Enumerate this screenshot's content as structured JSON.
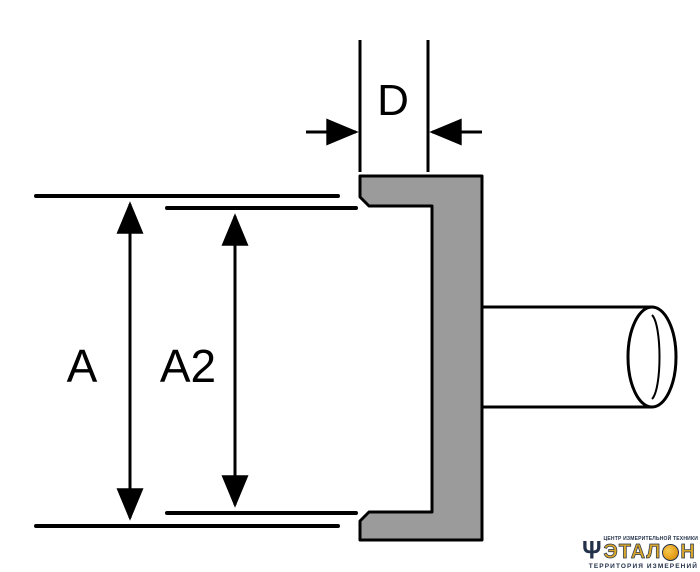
{
  "diagram": {
    "labels": {
      "d": "D",
      "a": "A",
      "a2": "A2"
    },
    "colors": {
      "part_fill": "#9b9b9b",
      "outline": "#000000"
    }
  },
  "logo": {
    "top_text": "ЦЕНТР ИЗМЕРИТЕЛЬНОЙ ТЕХНИКИ",
    "brand_prefix": "ЭТАЛ",
    "brand_o": "О",
    "brand_suffix": "Н",
    "bottom_text": "ТЕРРИТОРИЯ ИЗМЕРЕНИЙ",
    "colors": {
      "gold": "#d8a62c",
      "dark": "#23324a"
    }
  }
}
